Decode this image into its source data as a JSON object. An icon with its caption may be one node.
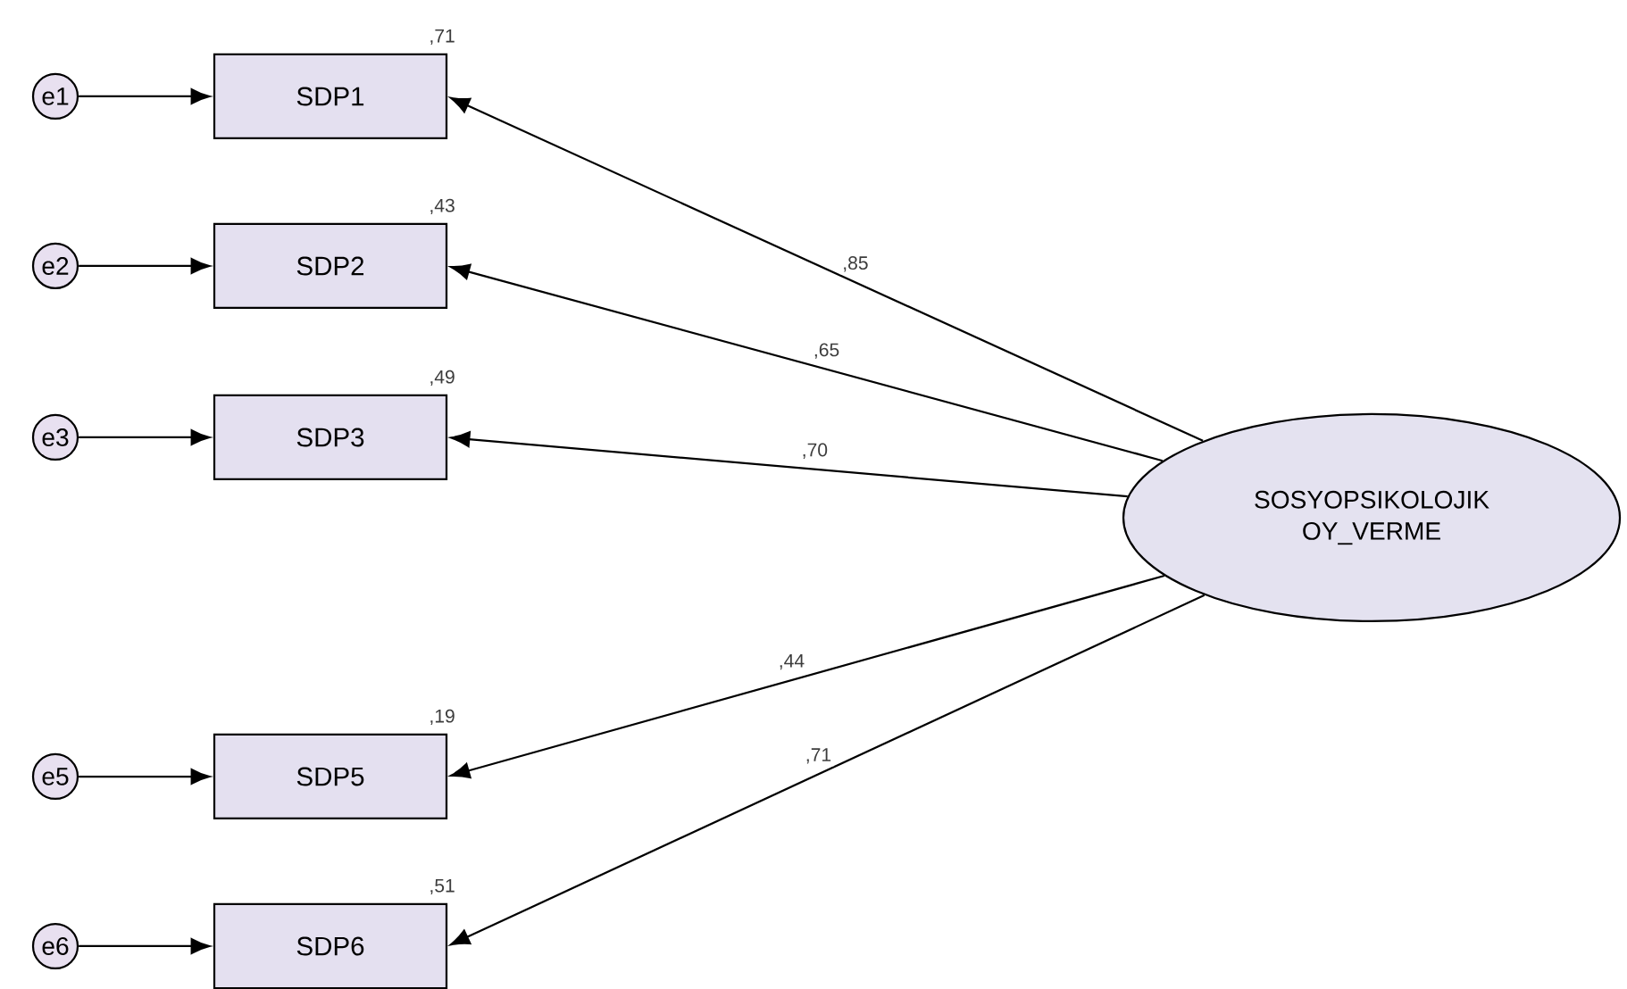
{
  "diagram": {
    "nodes": [
      {
        "text": [
          "e1"
        ]
      },
      {
        "text": [
          "SDP1"
        ],
        "beside": [
          ",71"
        ]
      },
      {
        "text": [
          "e2"
        ]
      },
      {
        "text": [
          "SDP2"
        ],
        "beside": [
          ",43"
        ]
      },
      {
        "text": [
          "e3"
        ]
      },
      {
        "text": [
          "SDP3"
        ],
        "beside": [
          ",49"
        ]
      },
      {
        "text": [
          "e5"
        ]
      },
      {
        "text": [
          "SDP5"
        ],
        "beside": [
          ",19"
        ]
      },
      {
        "text": [
          "e6"
        ]
      },
      {
        "text": [
          "SDP6"
        ],
        "beside": [
          ",51"
        ]
      },
      {
        "text": [
          "SOSYOPSIKOLOJIK OY_VERME"
        ]
      }
    ],
    "edges": [
      {
        "from": 0,
        "to": 1,
        "arrow": "to"
      },
      {
        "from": 2,
        "to": 3,
        "arrow": "to"
      },
      {
        "from": 4,
        "to": 5,
        "arrow": "to"
      },
      {
        "from": 6,
        "to": 7,
        "arrow": "to"
      },
      {
        "from": 8,
        "to": 9,
        "arrow": "to"
      },
      {
        "from": 10,
        "to": 1,
        "arrow": "to",
        "label": ",85"
      },
      {
        "from": 10,
        "to": 3,
        "arrow": "to",
        "label": ",65"
      },
      {
        "from": 10,
        "to": 5,
        "arrow": "to",
        "label": ",70"
      },
      {
        "from": 10,
        "to": 7,
        "arrow": "to",
        "label": ",44"
      },
      {
        "from": 10,
        "to": 9,
        "arrow": "to",
        "label": ",71"
      }
    ]
  }
}
